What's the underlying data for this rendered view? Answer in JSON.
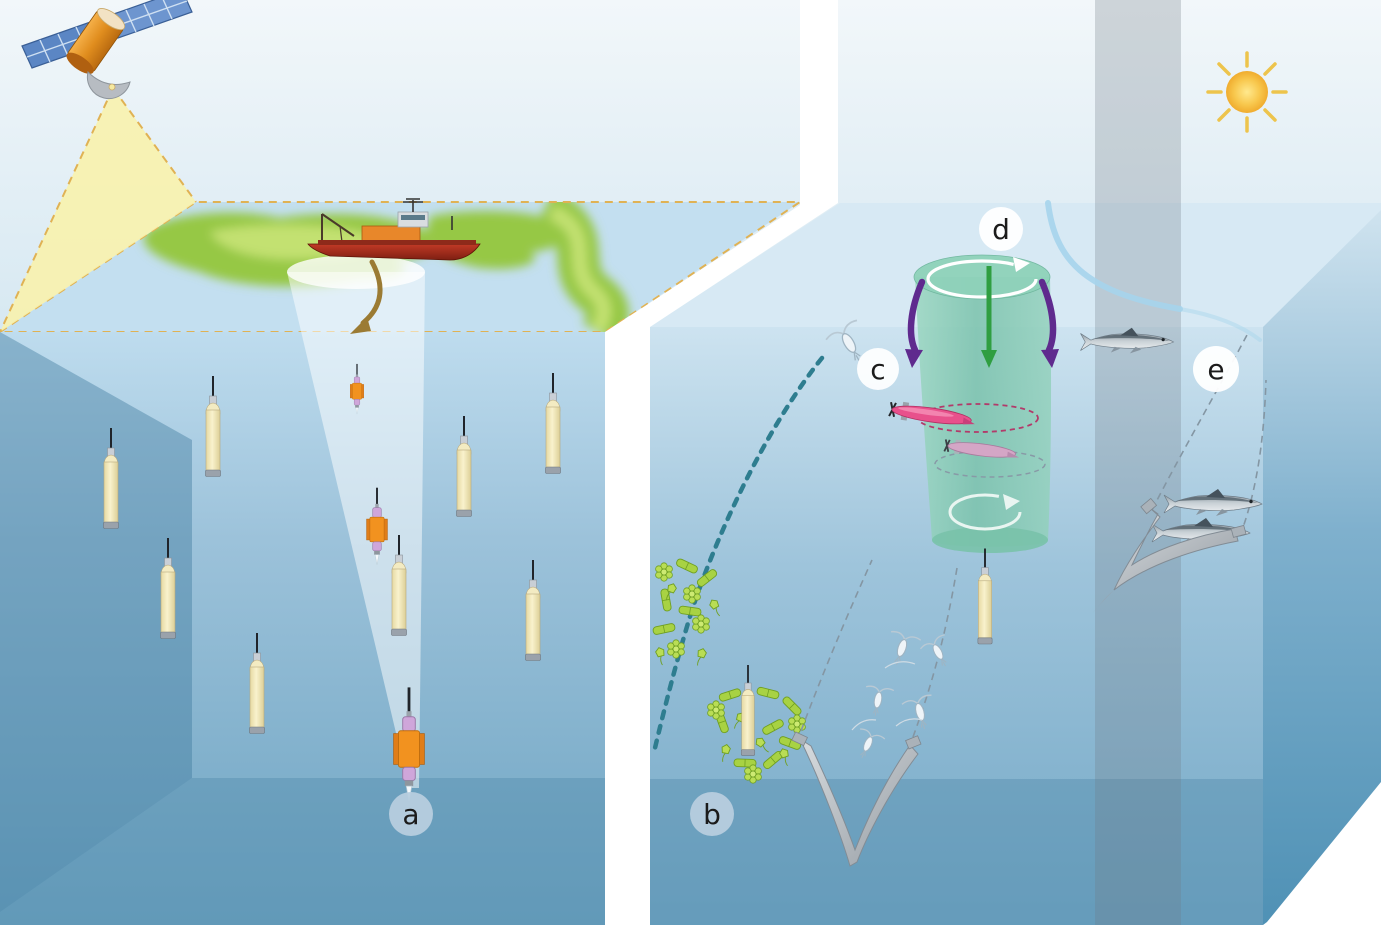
{
  "figure": {
    "labels": {
      "a": "a",
      "b": "b",
      "c": "c",
      "d": "d",
      "e": "e"
    }
  },
  "inventory": {
    "argo_floats_left_panel": 8,
    "argo_floats_right_panel": 2,
    "bgc_floats_in_light_cone": 3,
    "satellites": 1,
    "research_vessels": 1,
    "auv_torpedoes_in_eddy": 2,
    "wing_gliders": 2,
    "fish": 3,
    "zooplankton_copepods": 6,
    "phytoplankton_clusters": 2,
    "sun": 1,
    "moon": 1
  },
  "palette": {
    "sky_top": "#f0f6f9",
    "sky_bottom": "#d6e8f2",
    "surface_water": "#c3dff0",
    "right_top_face": "#d7e9f4",
    "water_shallow": "#b7d8ea",
    "water_deep": "#6ea4c2",
    "side_wall": "#4f91b5",
    "algae_green": "#96c845",
    "algae_light": "#c3e171",
    "beam_yellow": "#f8f2ad",
    "beam_dash_orange": "#e0b254",
    "float_body_cream": "#f5edc4",
    "bgc_orange": "#f2921f",
    "bgc_lavender": "#cfa6da",
    "eddy_teal": "#84cab2",
    "rotation_white": "#ffffff",
    "downwelling_purple": "#5f2a8e",
    "core_arrow_green": "#2f9e41",
    "auv_pink": "#e8518c",
    "auv_mauve": "#d4a6c6",
    "fish_silver": "#c9d1d6",
    "glider_gray": "#b9c0c6",
    "night_band_gray": "#6e7a84",
    "sun_yellow": "#f6c545",
    "moon_gray": "#b2b8c0",
    "label_chip_blue": "#b7cede",
    "label_chip_white": "#ffffff",
    "phyto_green": "#aad344",
    "chlorophyll_dash_teal": "#2e7d8f",
    "ship_hull_red": "#b03322",
    "ship_deck_orange": "#e8872a",
    "deploy_arrow_brown": "#9b7b33"
  }
}
